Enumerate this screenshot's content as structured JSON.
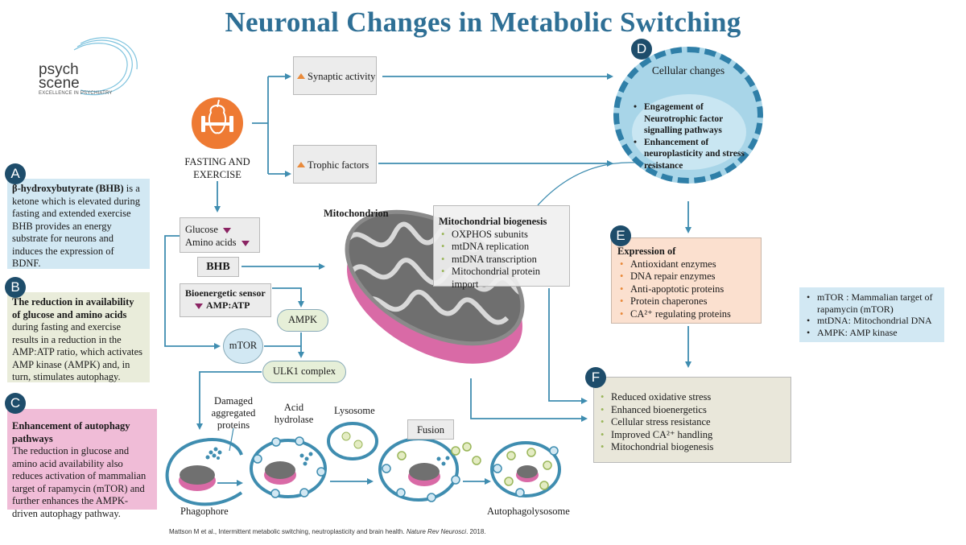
{
  "title": "Neuronal Changes in Metabolic Switching",
  "logo": {
    "line1": "psych",
    "line2": "scene",
    "tagline": "EXCELLENCE IN PSYCHIATRY"
  },
  "fasting": {
    "label": "FASTING AND EXERCISE",
    "icon": "apple-barbell-icon"
  },
  "synaptic_activity": "Synaptic activity",
  "trophic_factors": "Trophic factors",
  "cellular_changes": {
    "badge": "D",
    "title": "Cellular changes",
    "items": [
      "Engagement of Neurotrophic factor signalling pathways",
      "Enhancement of neuroplasticity and stress resistance"
    ]
  },
  "panel_a": {
    "badge": "A",
    "bold": "β-hydroxybutyrate (BHB)",
    "text": " is a ketone which is elevated during fasting and extended exercise BHB provides an energy substrate for neurons and induces the expression of BDNF."
  },
  "panel_b": {
    "badge": "B",
    "bold": "The reduction in availability of glucose and amino acids",
    "text": " during fasting and exercise results in a reduction in the AMP:ATP ratio, which activates AMP kinase (AMPK) and, in turn, stimulates autophagy."
  },
  "panel_c": {
    "badge": "C",
    "bold": "Enhancement of autophagy pathways",
    "text": "The reduction in glucose and amino acid availability also reduces  activation of mammalian target of  rapamycin (mTOR) and further  enhances the AMPK-driven autophagy pathway."
  },
  "nutrients": {
    "glucose": "Glucose",
    "amino": "Amino acids"
  },
  "bhb": "BHB",
  "sensor": {
    "line1": "Bioenergetic sensor",
    "line2": "AMP:ATP"
  },
  "ampk": "AMPK",
  "mtor": "mTOR",
  "ulk1": "ULK1 complex",
  "mitochondrion_label": "Mitochondrion",
  "biogenesis": {
    "title": "Mitochondrial biogenesis",
    "items": [
      "OXPHOS subunits",
      "mtDNA replication",
      "mtDNA transcription",
      "Mitochondrial protein import"
    ]
  },
  "expression": {
    "badge": "E",
    "title": "Expression of",
    "items": [
      "Antioxidant enzymes",
      "DNA repair enzymes",
      "Anti-apoptotic proteins",
      "Protein chaperones",
      "CA²⁺ regulating proteins"
    ]
  },
  "outcomes": {
    "badge": "F",
    "items": [
      "Reduced oxidative stress",
      "Enhanced bioenergetics",
      "Cellular stress resistance",
      "Improved CA²⁺ handling",
      "Mitochondrial biogenesis"
    ]
  },
  "glossary": [
    "mTOR : Mammalian target of rapamycin (mTOR)",
    "mtDNA: Mitochondrial DNA",
    "AMPK: AMP kinase"
  ],
  "autophagy": {
    "damaged": "Damaged aggregated proteins",
    "acid": "Acid hydrolase",
    "lysosome": "Lysosome",
    "fusion": "Fusion",
    "phagophore": "Phagophore",
    "autophagolysosome": "Autophagolysosome"
  },
  "citation": {
    "text": "Mattson M et al., Intermittent metabolic switching, neutroplasticity and brain health. ",
    "journal": "Nature Rev Neurosci",
    "year": ". 2018."
  },
  "colors": {
    "title": "#2e6f95",
    "arrow": "#3f8db0",
    "badge": "#1e4d6b",
    "mito": "#e07bb0",
    "panelA": "#d2e8f3",
    "panelB": "#e9ecda",
    "panelC": "#f0bcd7",
    "expression": "#fbe0cf"
  }
}
